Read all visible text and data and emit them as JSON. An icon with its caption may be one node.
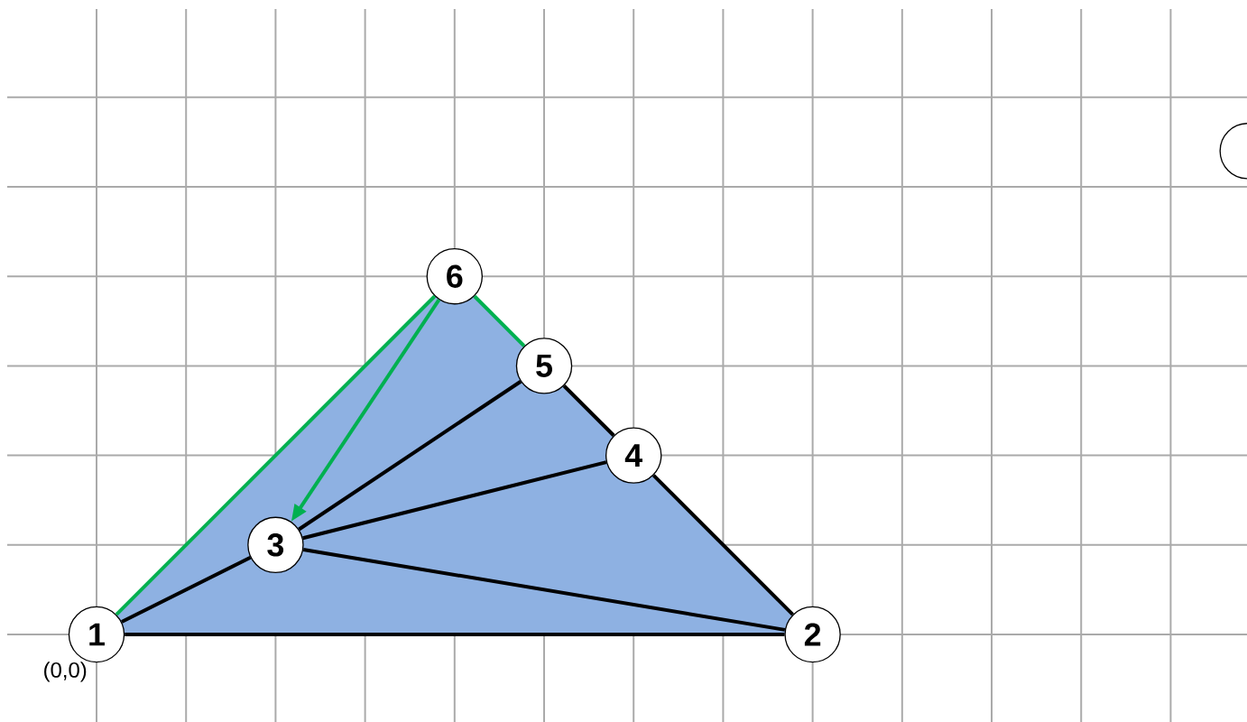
{
  "diagram": {
    "nodes": [
      {
        "text": [
          "1"
        ]
      },
      {
        "text": [
          "2"
        ]
      },
      {
        "text": [
          "3"
        ]
      },
      {
        "text": [
          "4"
        ]
      },
      {
        "text": [
          "5"
        ]
      },
      {
        "text": [
          "6"
        ]
      },
      {
        "text": [],
        "shape": "circle"
      }
    ],
    "edges": [
      {
        "from": 0,
        "to": 1,
        "arrow": "none"
      },
      {
        "from": 1,
        "to": 3,
        "arrow": "none"
      },
      {
        "from": 3,
        "to": 4,
        "arrow": "none"
      },
      {
        "from": 4,
        "to": 5,
        "arrow": "none",
        "color": "#00b050"
      },
      {
        "from": 5,
        "to": 0,
        "arrow": "none",
        "color": "#00b050"
      },
      {
        "from": 0,
        "to": 2,
        "arrow": "none"
      },
      {
        "from": 2,
        "to": 1,
        "arrow": "none"
      },
      {
        "from": 2,
        "to": 3,
        "arrow": "none"
      },
      {
        "from": 2,
        "to": 4,
        "arrow": "none"
      },
      {
        "from": 5,
        "to": 2,
        "arrow": "to",
        "color": "#00b050"
      }
    ],
    "labels": [
      "(0,0)"
    ]
  }
}
